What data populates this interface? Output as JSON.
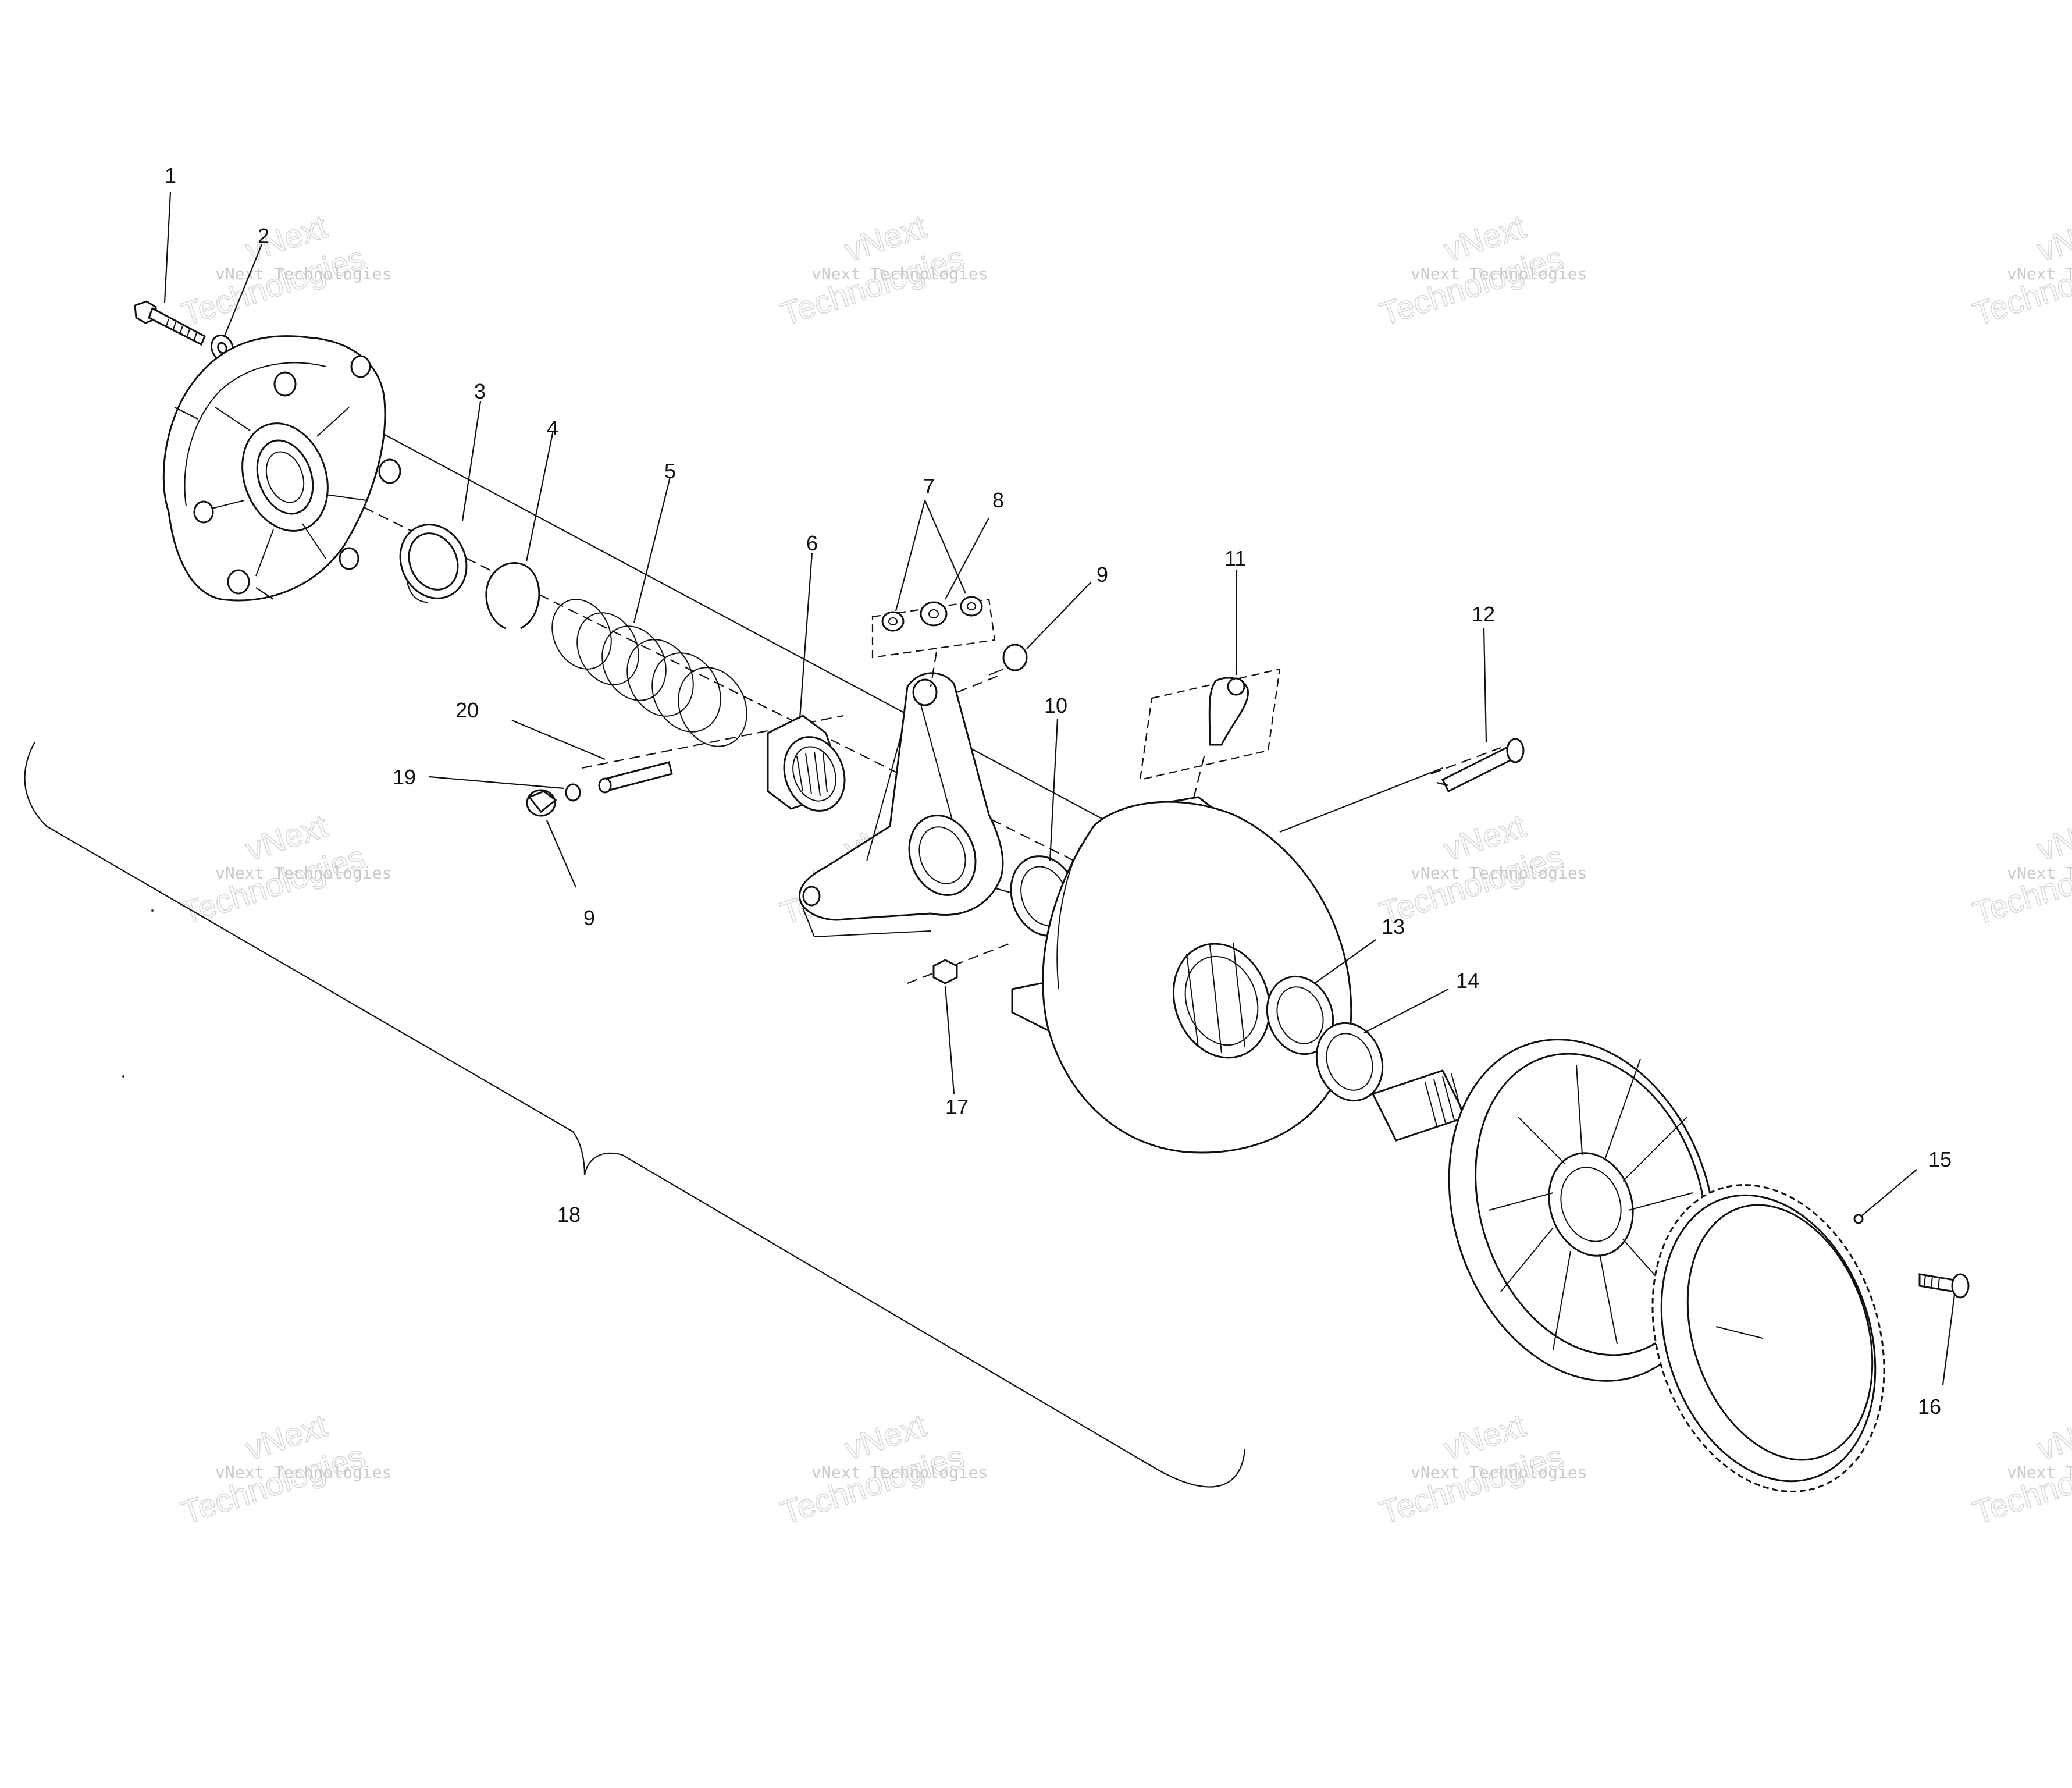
{
  "watermark": {
    "brand_small": "vNext Technologies",
    "brand_top": "vNext",
    "brand_bottom": "Technologies"
  },
  "callouts": {
    "c1": "1",
    "c2": "2",
    "c3": "3",
    "c4": "4",
    "c5": "5",
    "c6": "6",
    "c7": "7",
    "c8": "8",
    "c9a": "9",
    "c9b": "9",
    "c10": "10",
    "c11": "11",
    "c12": "12",
    "c13": "13",
    "c14": "14",
    "c15": "15",
    "c16": "16",
    "c17": "17",
    "c18": "18",
    "c19": "19",
    "c20": "20"
  },
  "colors": {
    "ink": "#111111",
    "watermark": "#c9c9c9"
  }
}
